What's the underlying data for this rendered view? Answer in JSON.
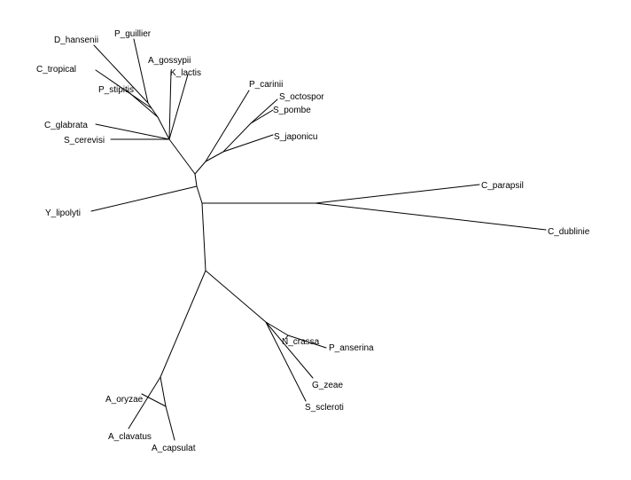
{
  "tree": {
    "leaves": [
      {
        "id": "D_hansenii",
        "label": "D_hansenii"
      },
      {
        "id": "P_guillier",
        "label": "P_guillier"
      },
      {
        "id": "A_gossypii",
        "label": "A_gossypii"
      },
      {
        "id": "K_lactis",
        "label": "K_lactis"
      },
      {
        "id": "C_tropical",
        "label": "C_tropical"
      },
      {
        "id": "P_stipitis",
        "label": "P_stipitis"
      },
      {
        "id": "C_glabrata",
        "label": "C_glabrata"
      },
      {
        "id": "S_cerevisi",
        "label": "S_cerevisi"
      },
      {
        "id": "P_carinii",
        "label": "P_carinii"
      },
      {
        "id": "S_octospor",
        "label": "S_octospor"
      },
      {
        "id": "S_pombe",
        "label": "S_pombe"
      },
      {
        "id": "S_japonicu",
        "label": "S_japonicu"
      },
      {
        "id": "Y_lipolyti",
        "label": "Y_lipolyti"
      },
      {
        "id": "C_parapsil",
        "label": "C_parapsil"
      },
      {
        "id": "C_dublinie",
        "label": "C_dublinie"
      },
      {
        "id": "N_crassa",
        "label": "N_crassa"
      },
      {
        "id": "P_anserina",
        "label": "P_anserina"
      },
      {
        "id": "G_zeae",
        "label": "G_zeae"
      },
      {
        "id": "S_scleroti",
        "label": "S_scleroti"
      },
      {
        "id": "A_oryzae",
        "label": "A_oryzae"
      },
      {
        "id": "A_clavatus",
        "label": "A_clavatus"
      },
      {
        "id": "A_capsulat",
        "label": "A_capsulat"
      }
    ]
  }
}
